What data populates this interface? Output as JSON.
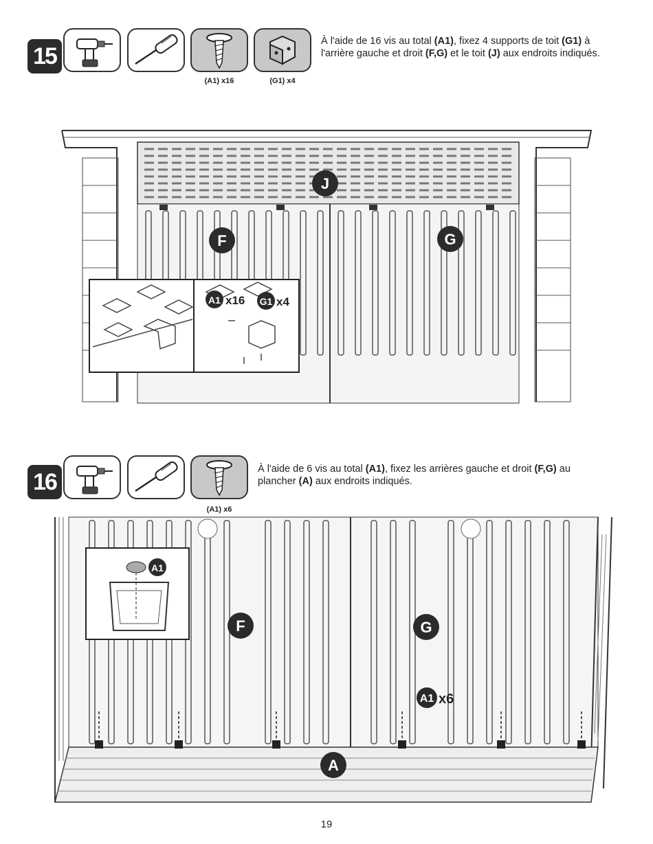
{
  "step15": {
    "number": "15",
    "parts": [
      {
        "label": "(A1) x16",
        "icon": "screw-icon"
      },
      {
        "label": "(G1) x4",
        "icon": "bracket-icon"
      }
    ],
    "instruction_pre": "À l'aide de 16 vis au total ",
    "instruction_a1": "(A1)",
    "instruction_mid1": ", fixez 4 supports de toit ",
    "instruction_g1": "(G1)",
    "instruction_mid2": " à l'arrière gauche et droit ",
    "instruction_fg": "(F,G)",
    "instruction_mid3": " et le toit ",
    "instruction_j": "(J)",
    "instruction_post": " aux endroits indiqués.",
    "callouts": {
      "J": "J",
      "F": "F",
      "G": "G",
      "A1": "A1",
      "A1_qty": "x16",
      "G1": "G1",
      "G1_qty": "x4"
    }
  },
  "step16": {
    "number": "16",
    "parts": [
      {
        "label": "(A1) x6",
        "icon": "screw-icon"
      }
    ],
    "instruction_pre": "À l'aide de 6 vis au total ",
    "instruction_a1": "(A1)",
    "instruction_mid1": ", fixez les arrières gauche et droit ",
    "instruction_fg": "(F,G)",
    "instruction_mid2": " au plancher ",
    "instruction_a": "(A)",
    "instruction_post": " aux endroits indiqués.",
    "callouts": {
      "F": "F",
      "G": "G",
      "A": "A",
      "A1": "A1",
      "A1_qty": "x6"
    }
  },
  "page_number": "19"
}
